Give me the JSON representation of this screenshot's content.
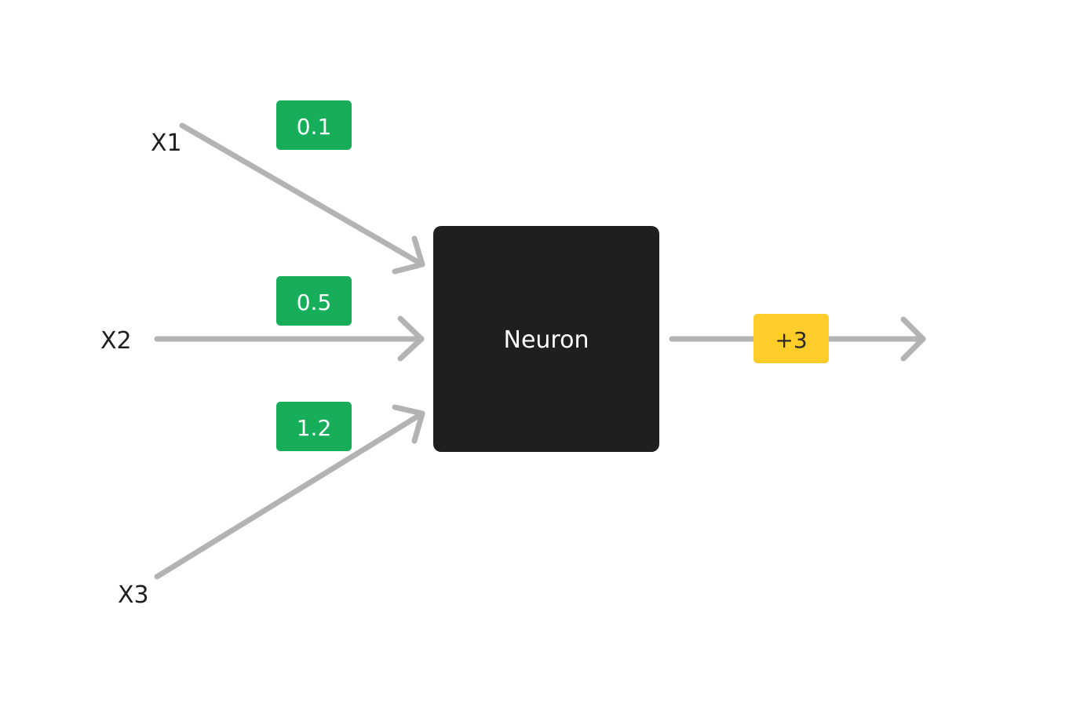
{
  "inputs": [
    {
      "label": "X1",
      "weight": "0.1"
    },
    {
      "label": "X2",
      "weight": "0.5"
    },
    {
      "label": "X3",
      "weight": "1.2"
    }
  ],
  "neuron": {
    "label": "Neuron"
  },
  "output": {
    "bias": "+3"
  },
  "colors": {
    "edge": "#b3b3b3",
    "weight_box": "#17ae5b",
    "bias_box": "#ffcd29",
    "neuron_box": "#1f1f1f"
  }
}
